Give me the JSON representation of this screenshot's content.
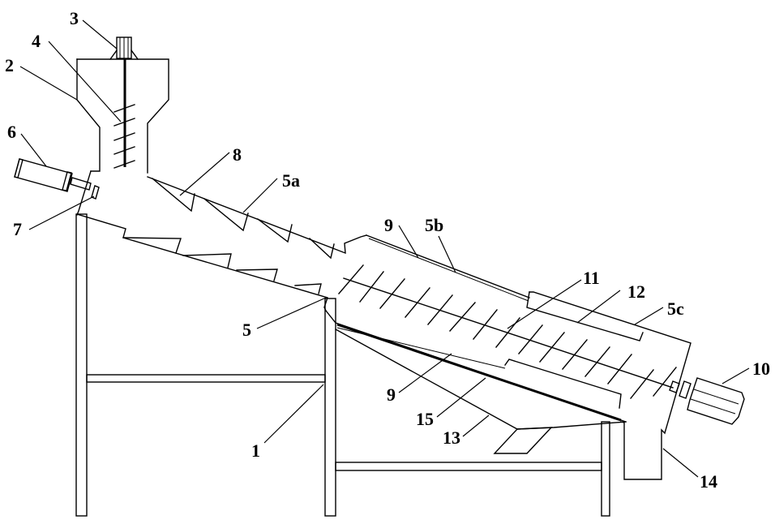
{
  "figure": {
    "type": "patent line drawing",
    "subject": "inclined screw conveying / screening apparatus",
    "background_color": "#ffffff",
    "line_color": "#000000"
  },
  "labels": [
    {
      "id": "label-1",
      "text": "1",
      "refers_to": "support frame"
    },
    {
      "id": "label-2",
      "text": "2",
      "refers_to": "feed hopper"
    },
    {
      "id": "label-3",
      "text": "3",
      "refers_to": "hopper motor"
    },
    {
      "id": "label-4",
      "text": "4",
      "refers_to": "hopper agitator shaft"
    },
    {
      "id": "label-5",
      "text": "5",
      "refers_to": "conveyor housing"
    },
    {
      "id": "label-5a",
      "text": "5a",
      "refers_to": "housing section a"
    },
    {
      "id": "label-5b",
      "text": "5b",
      "refers_to": "housing section b"
    },
    {
      "id": "label-5c",
      "text": "5c",
      "refers_to": "housing section c"
    },
    {
      "id": "label-6",
      "text": "6",
      "refers_to": "cylinder actuator"
    },
    {
      "id": "label-7",
      "text": "7",
      "refers_to": "gate valve"
    },
    {
      "id": "label-8",
      "text": "8",
      "refers_to": "baffle teeth"
    },
    {
      "id": "label-9-top",
      "text": "9",
      "refers_to": "screen (upper)"
    },
    {
      "id": "label-9-bottom",
      "text": "9",
      "refers_to": "screen (lower)"
    },
    {
      "id": "label-10",
      "text": "10",
      "refers_to": "drive motor"
    },
    {
      "id": "label-11",
      "text": "11",
      "refers_to": "screw shaft"
    },
    {
      "id": "label-12",
      "text": "12",
      "refers_to": "screw blades"
    },
    {
      "id": "label-13",
      "text": "13",
      "refers_to": "collection chute"
    },
    {
      "id": "label-14",
      "text": "14",
      "refers_to": "discharge outlet"
    },
    {
      "id": "label-15",
      "text": "15",
      "refers_to": "lower screen plate"
    }
  ]
}
